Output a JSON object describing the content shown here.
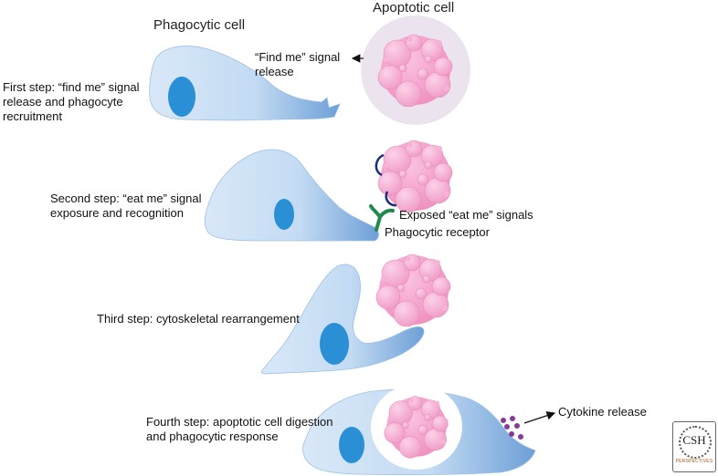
{
  "headers": {
    "phagocytic_cell": "Phagocytic cell",
    "apoptotic_cell": "Apoptotic cell"
  },
  "steps": [
    {
      "lines": [
        "First step: “find me” signal",
        "release and phagocyte",
        "recruitment"
      ]
    },
    {
      "lines": [
        "Second step: “eat me” signal",
        "exposure and recognition"
      ]
    },
    {
      "lines": [
        "Third step: cytoskeletal rearrangement"
      ]
    },
    {
      "lines": [
        "Fourth step: apoptotic cell digestion",
        "and phagocytic response"
      ]
    }
  ],
  "annotations": {
    "find_me_signal": [
      "“Find me” signal",
      "release"
    ],
    "eat_me_signals": "Exposed “eat me” signals",
    "phagocytic_receptor": "Phagocytic receptor",
    "cytokine_release": "Cytokine release"
  },
  "logo": {
    "text": "CSH",
    "subtext": "PERSPECTIVES"
  },
  "colors": {
    "cell_blue_light": "#d6e6f7",
    "cell_blue_dark": "#6a9fd8",
    "nucleus": "#2b8fd6",
    "apoptotic_pink": "#f5a3cc",
    "apoptotic_bubble": "#f7bcdc",
    "halo": "#ebe4ef",
    "receptor": "#1f8a4c",
    "eat_me_mark": "#1d2f7a",
    "cytokine": "#8a3a96"
  }
}
